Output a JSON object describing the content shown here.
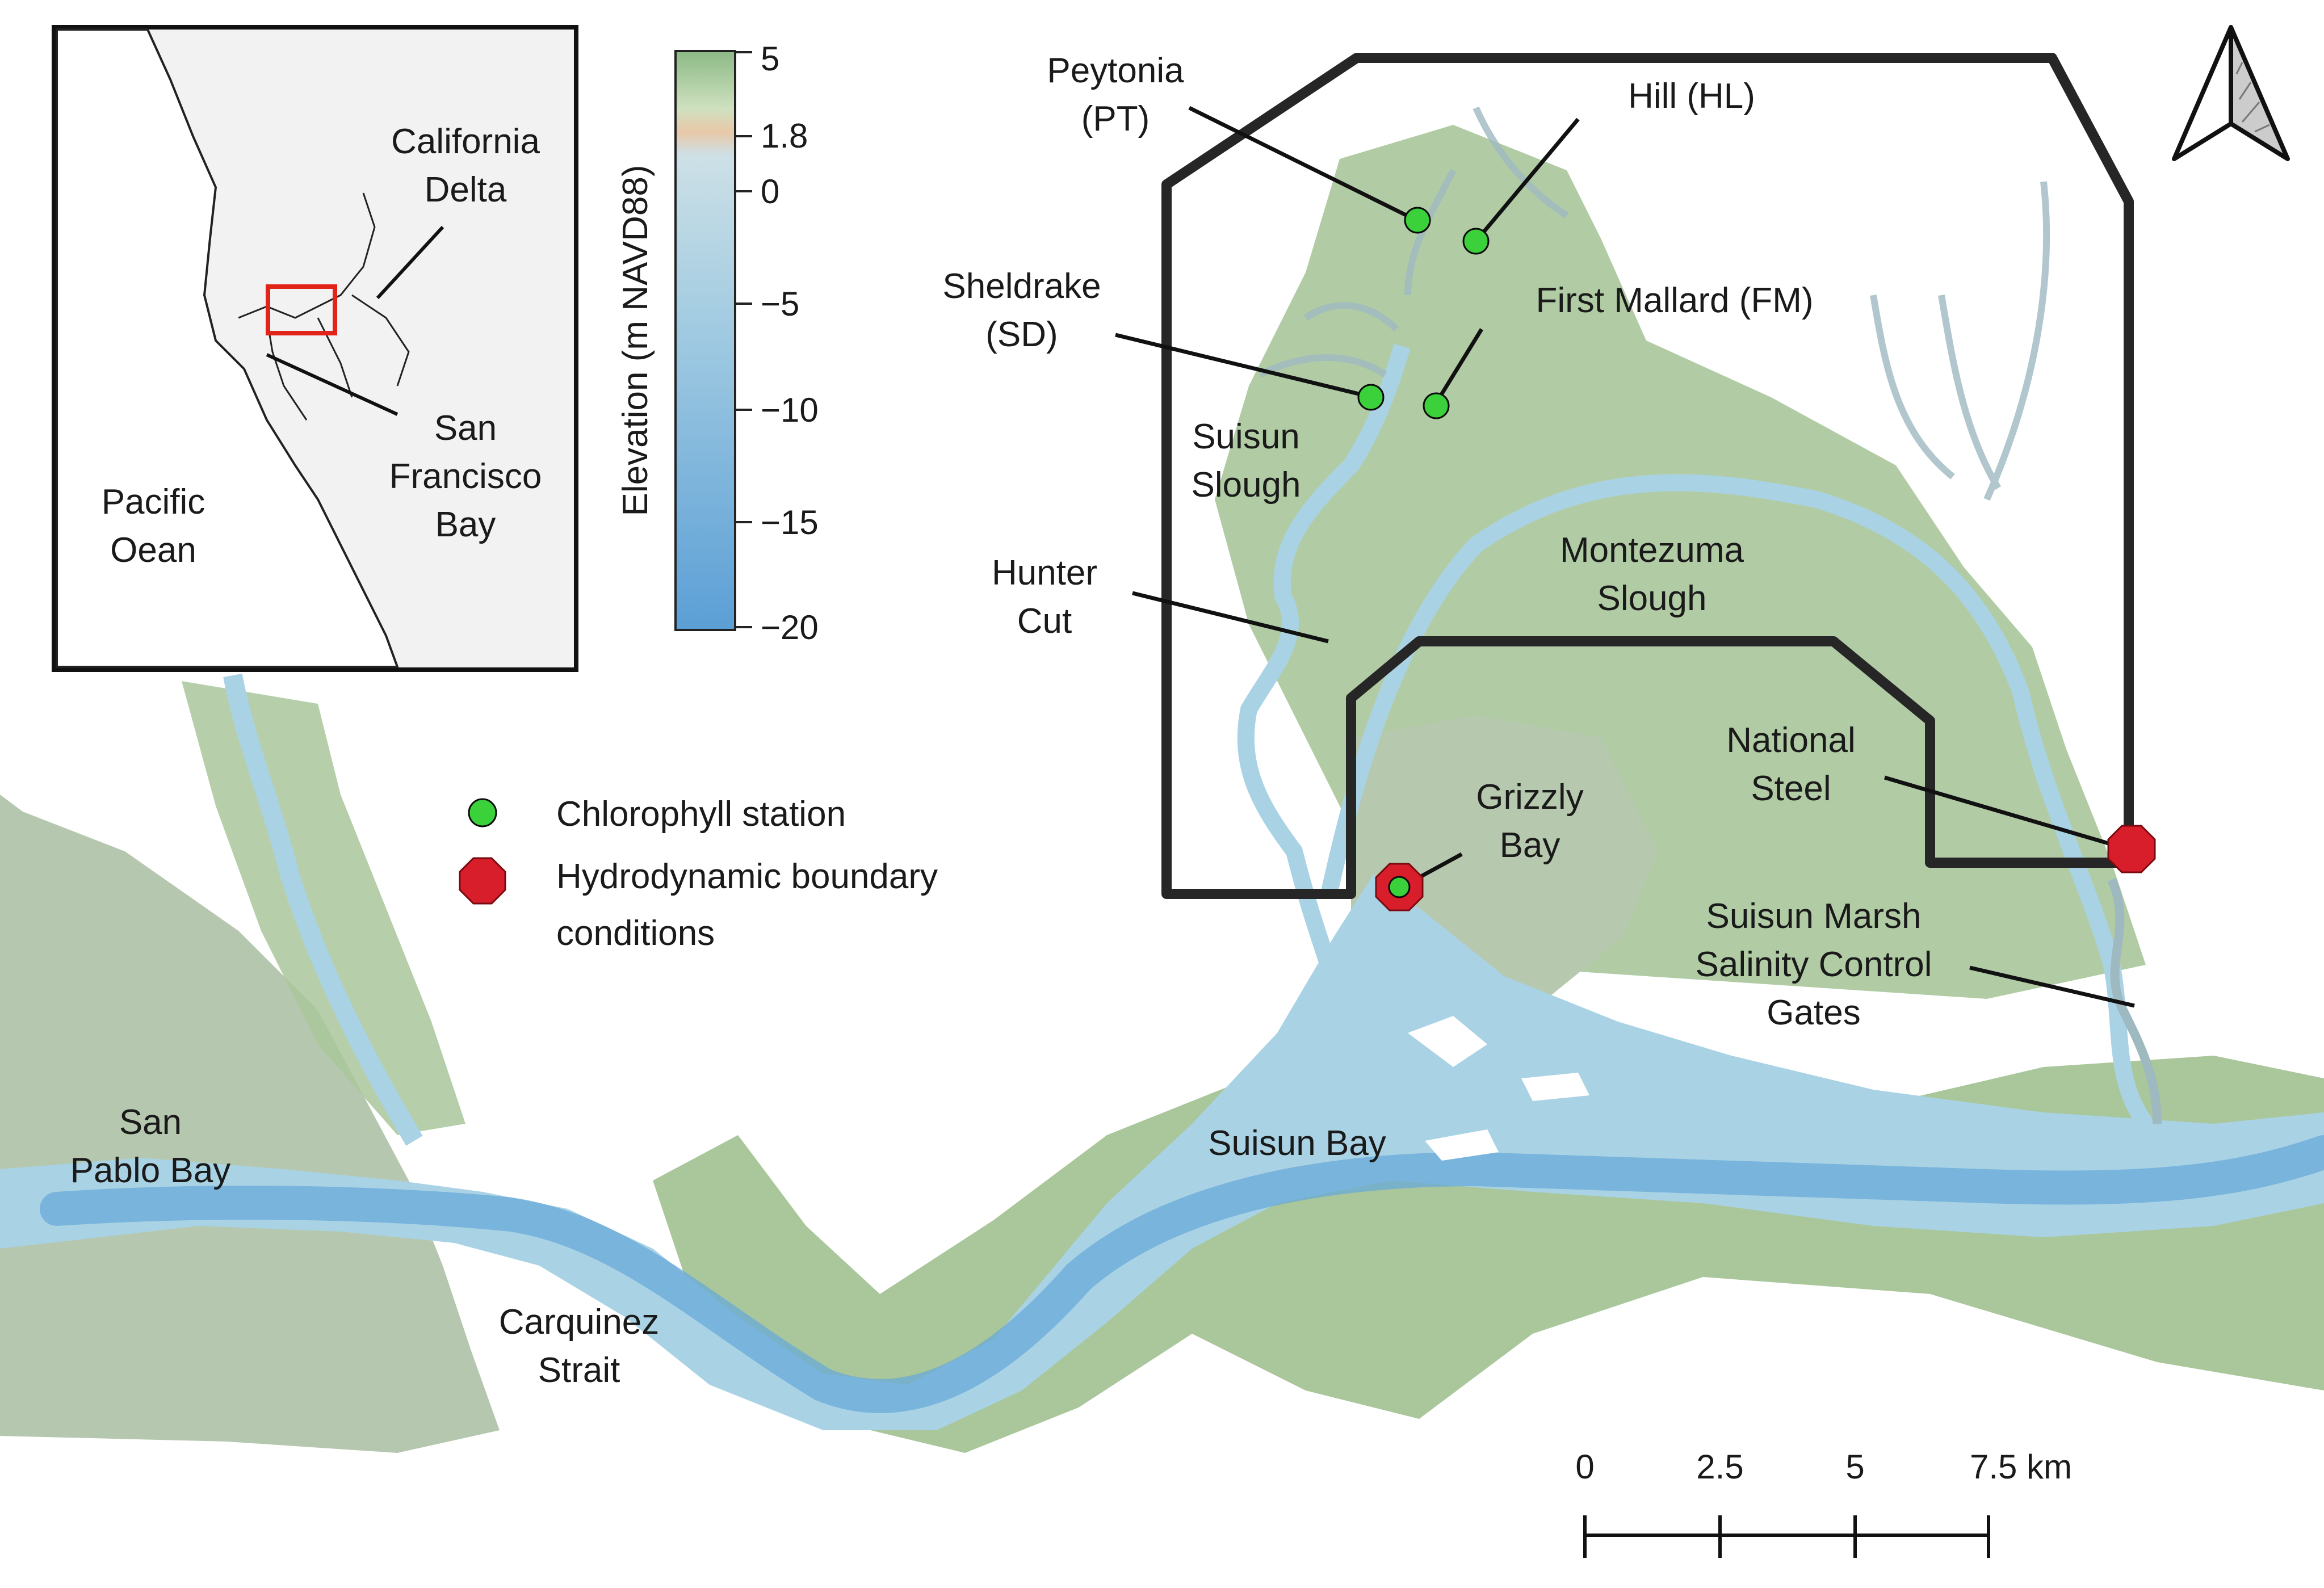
{
  "inset": {
    "labels": {
      "california_delta": [
        "California",
        "Delta"
      ],
      "pacific_ocean": [
        "Pacific",
        "Oean"
      ],
      "sf_bay": [
        "San",
        "Francisco",
        "Bay"
      ]
    }
  },
  "colorbar": {
    "label": "Elevation (m NAVD88)",
    "ticks": [
      "5",
      "1.8",
      "0",
      "−5",
      "−10",
      "−15",
      "−20"
    ],
    "colors": {
      "high": "#8fbf8a",
      "mid": "#e7c7a6",
      "zero": "#c5dde6",
      "low": "#5ea2d6"
    }
  },
  "legend": {
    "chlorophyll": "Chlorophyll station",
    "boundary": [
      "Hydrodynamic boundary",
      "conditions"
    ]
  },
  "stations": {
    "peytonia": [
      "Peytonia",
      "(PT)"
    ],
    "hill": "Hill (HL)",
    "sheldrake": [
      "Sheldrake",
      "(SD)"
    ],
    "first_mallard": "First Mallard (FM)",
    "grizzly_bay": [
      "Grizzly",
      "Bay"
    ],
    "national_steel": [
      "National",
      "Steel"
    ]
  },
  "places": {
    "suisun_slough": [
      "Suisun",
      "Slough"
    ],
    "hunter_cut": [
      "Hunter",
      "Cut"
    ],
    "montezuma_slough": [
      "Montezuma",
      "Slough"
    ],
    "smscg": [
      "Suisun Marsh",
      "Salinity Control",
      "Gates"
    ],
    "san_pablo_bay": [
      "San",
      "Pablo Bay"
    ],
    "carquinez_strait": [
      "Carquinez",
      "Strait"
    ],
    "suisun_bay": "Suisun Bay"
  },
  "scalebar": {
    "ticks": [
      "0",
      "2.5",
      "5",
      "7.5 km"
    ]
  },
  "colors": {
    "land": "#a9c79b",
    "water": "#a9d3e5",
    "channel": "#7fb6da",
    "station_green": "#3ad13a",
    "boundary_red": "#d81e2b",
    "outline": "#262626"
  }
}
